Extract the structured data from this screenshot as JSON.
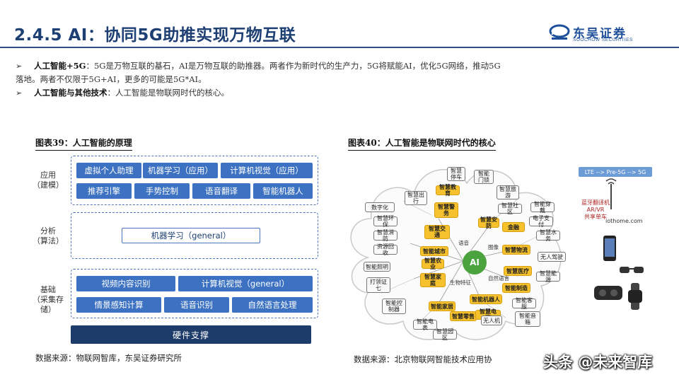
{
  "header": {
    "title": "2.4.5 AI：协同5G助推实现万物互联",
    "logo_text": "东吴证券",
    "logo_sub": "SOOCHOW SECURITIES"
  },
  "bullets": [
    {
      "head": "人工智能+5G",
      "line1": "：5G是万物互联的基石，AI是万物互联的助推器。两者作为新时代的生产力，5G将赋能AI，优化5G网络，推动5G",
      "line2": "落地。两者不仅限于5G+AI，更多的可能是5G*AI。"
    },
    {
      "head": "人工智能与其他技术",
      "line1": "：人工智能是物联网时代的核心。"
    }
  ],
  "figure39": {
    "title": "图表39：人工智能的原理",
    "source": "数据来源：物联网智库，东吴证券研究所",
    "layers": {
      "app_label": [
        "应用",
        "（建模）"
      ],
      "algo_label": [
        "分析",
        "（算法）"
      ],
      "base_label": [
        "基础",
        "（采集存储）"
      ]
    },
    "app_row1": [
      "虚拟个人助理",
      "机器学习（应用）",
      "计算机视觉（应用）"
    ],
    "app_row2": [
      "推荐引擎",
      "手势控制",
      "语音翻译",
      "智能机器人"
    ],
    "algo": "机器学习（general）",
    "base_row1": [
      "视频内容识别",
      "计算机视觉（general）"
    ],
    "base_row2": [
      "情景感知计算",
      "语音识别",
      "自然语言处理"
    ],
    "hardware": "硬件支撑"
  },
  "figure40": {
    "title": "图表40：人工智能是物联网时代的核心",
    "source": "数据来源：北京物联网智能技术应用协",
    "center": "AI",
    "lte": "LTE --> Pre-5G --> 5G",
    "side": [
      "蓝牙翻译机",
      "AR/VR",
      "共享单车"
    ],
    "iot_site": "iothome.com",
    "yellow_nodes": [
      "智慧警务",
      "金融",
      "智慧交通",
      "智能城市",
      "智慧家庭",
      "智慧物流",
      "智能制造",
      "智慧医疗",
      "智能家居",
      "智慧教育",
      "智能机器人",
      "智慧安防",
      "智慧零售",
      "智慧农业",
      "智慧电网"
    ],
    "gray_nodes": [
      "智慧停车",
      "智能门锁",
      "智慧出行",
      "智慧旅游",
      "数字化",
      "智慧社区",
      "电子支付",
      "智能穿戴",
      "智慧环保",
      "智慧消防",
      "智慧水务",
      "无人驾驶",
      "资源回收",
      "智能照明",
      "打领证七",
      "智能控制器",
      "无人机",
      "智能客服",
      "智能音箱",
      "智能电表",
      "智慧园区",
      "智慧能源"
    ],
    "spokes": [
      "语音",
      "图像",
      "自然语言",
      "生物特征"
    ]
  },
  "watermark": "头条 @未来智库"
}
